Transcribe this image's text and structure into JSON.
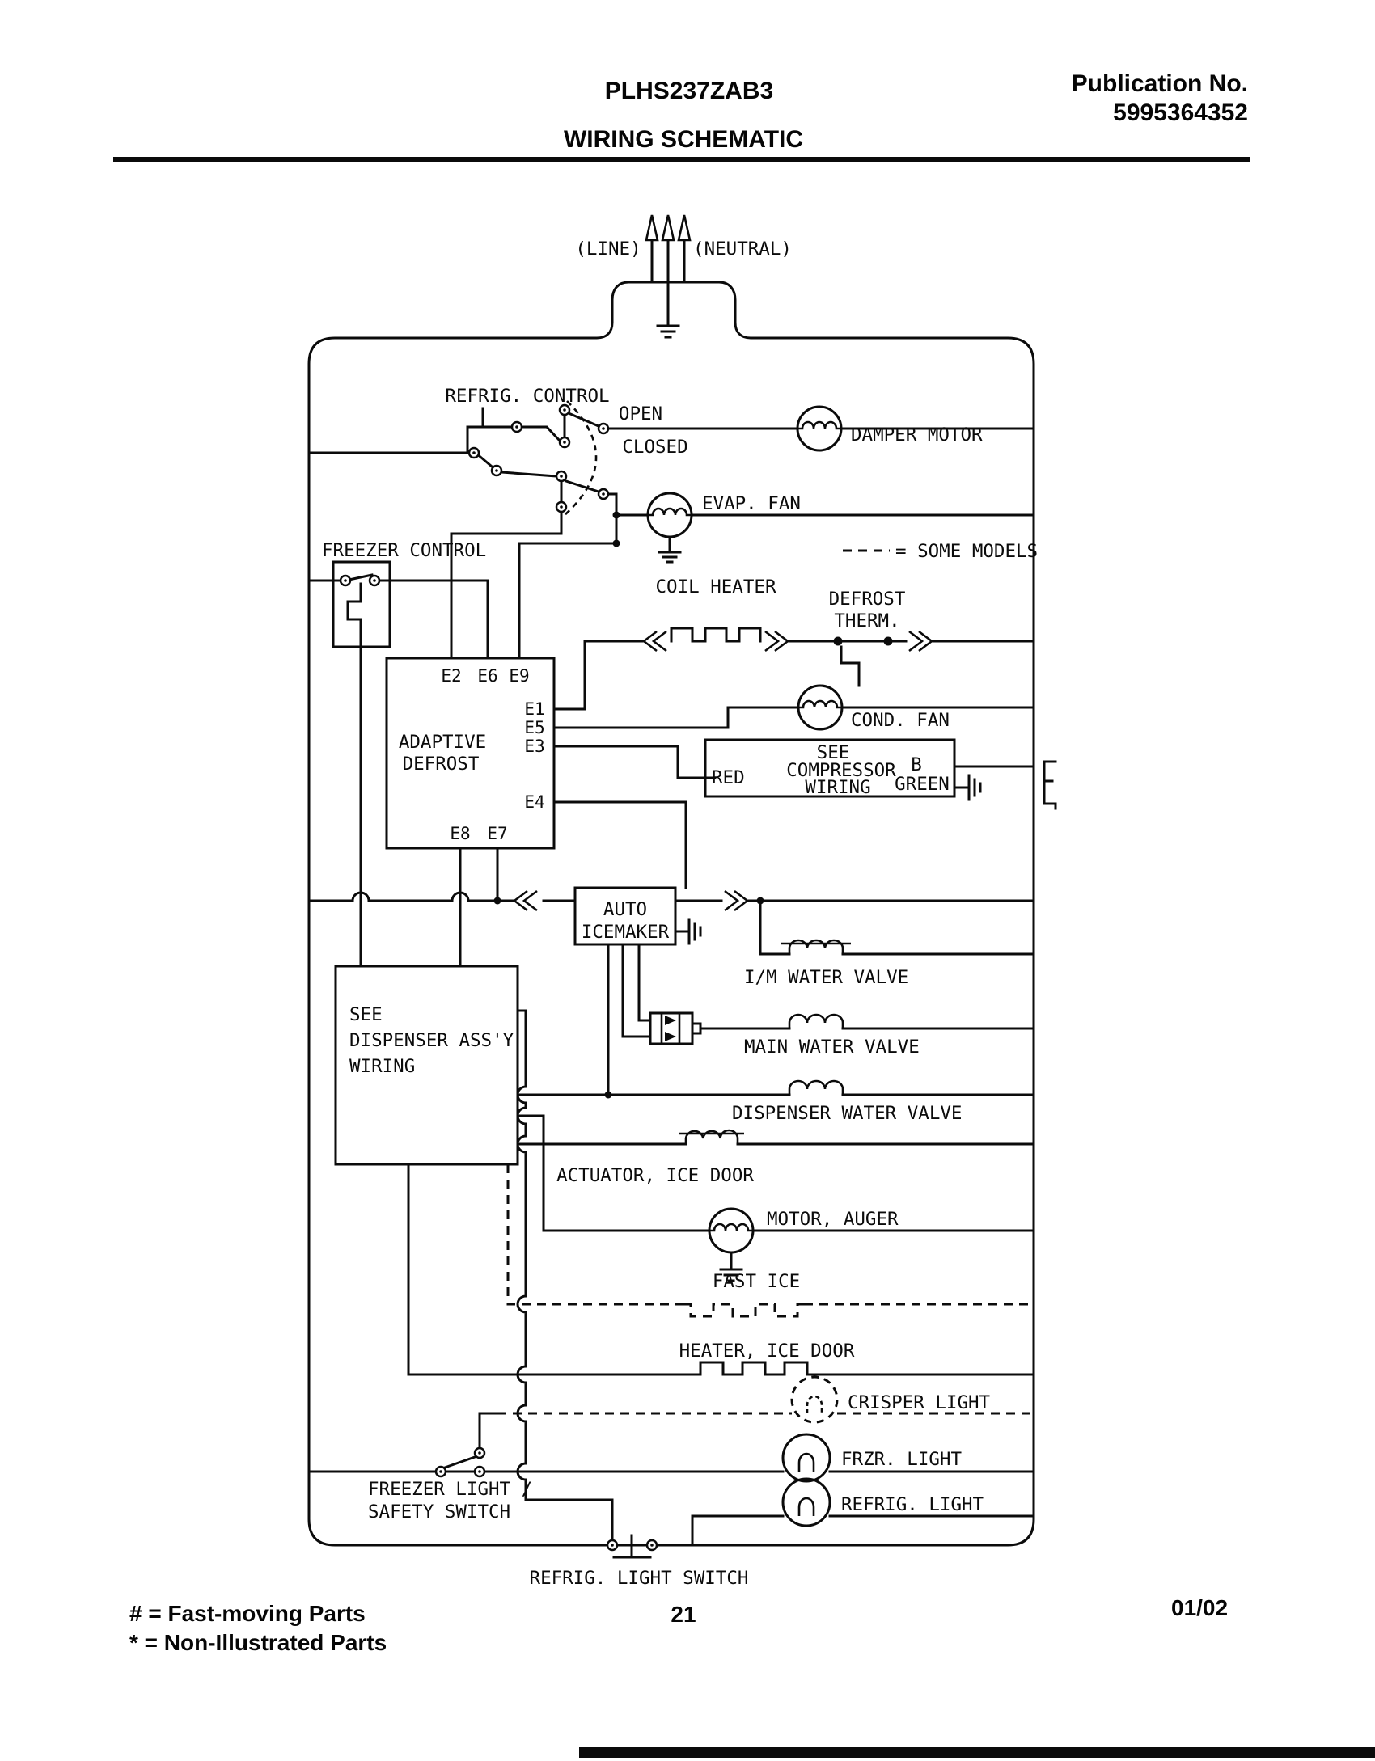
{
  "header": {
    "model": "PLHS237ZAB3",
    "publication_label": "Publication No.",
    "publication_number": "5995364352",
    "title": "WIRING SCHEMATIC"
  },
  "supply": {
    "line": "(LINE)",
    "neutral": "(NEUTRAL)"
  },
  "legend": {
    "some_models": "= SOME MODELS"
  },
  "labels": {
    "refrig_control": "REFRIG. CONTROL",
    "open": "OPEN",
    "closed": "CLOSED",
    "damper_motor": "DAMPER MOTOR",
    "evap_fan": "EVAP. FAN",
    "freezer_control": "FREEZER CONTROL",
    "coil_heater": "COIL HEATER",
    "defrost_therm_line1": "DEFROST",
    "defrost_therm_line2": "THERM.",
    "adaptive_line1": "ADAPTIVE",
    "adaptive_line2": "DEFROST",
    "cond_fan": "COND. FAN",
    "compressor_line1": "SEE",
    "compressor_line2": "COMPRESSOR",
    "compressor_line3": "WIRING",
    "red": "RED",
    "b": "B",
    "green": "GREEN",
    "icemaker_line1": "AUTO",
    "icemaker_line2": "ICEMAKER",
    "dispenser_line1": "SEE",
    "dispenser_line2": "DISPENSER ASS'Y",
    "dispenser_line3": "WIRING",
    "im_water_valve": "I/M WATER VALVE",
    "main_water_valve": "MAIN WATER VALVE",
    "dispenser_water_valve": "DISPENSER WATER VALVE",
    "actuator_ice_door": "ACTUATOR, ICE DOOR",
    "motor_auger": "MOTOR, AUGER",
    "fast_ice": "FAST ICE",
    "heater_ice_door": "HEATER, ICE DOOR",
    "crisper_light": "CRISPER LIGHT",
    "frzr_light": "FRZR. LIGHT",
    "refrig_light": "REFRIG. LIGHT",
    "freezer_light_switch_line1": "FREEZER LIGHT /",
    "freezer_light_switch_line2": "SAFETY SWITCH",
    "refrig_light_switch": "REFRIG. LIGHT SWITCH"
  },
  "terminals": {
    "e2": "E2",
    "e6": "E6",
    "e9": "E9",
    "e1": "E1",
    "e5": "E5",
    "e3": "E3",
    "e4": "E4",
    "e8": "E8",
    "e7": "E7"
  },
  "footer": {
    "fast_moving": "#  =  Fast-moving Parts",
    "non_illustrated": "*  =  Non-Illustrated Parts",
    "page_number": "21",
    "date": "01/02"
  }
}
